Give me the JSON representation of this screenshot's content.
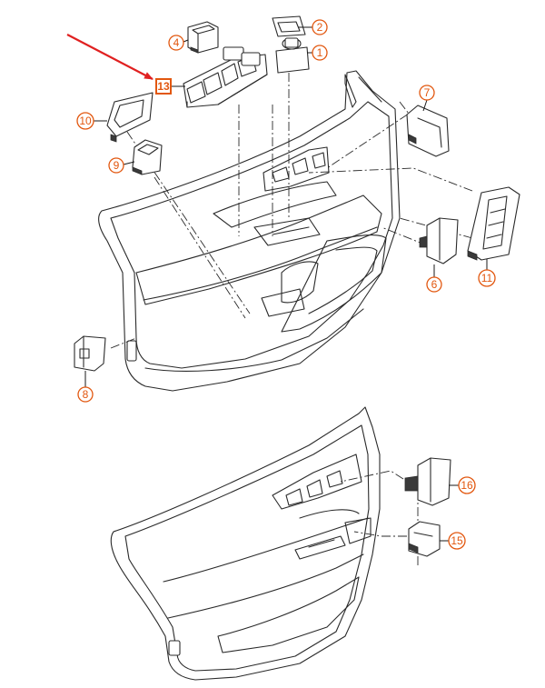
{
  "callouts": [
    {
      "id": "c1",
      "label": "1"
    },
    {
      "id": "c2",
      "label": "2"
    },
    {
      "id": "c4",
      "label": "4"
    },
    {
      "id": "c6",
      "label": "6"
    },
    {
      "id": "c7",
      "label": "7"
    },
    {
      "id": "c8",
      "label": "8"
    },
    {
      "id": "c9",
      "label": "9"
    },
    {
      "id": "c10",
      "label": "10"
    },
    {
      "id": "c11",
      "label": "11"
    },
    {
      "id": "c13",
      "label": "13"
    },
    {
      "id": "c15",
      "label": "15"
    },
    {
      "id": "c16",
      "label": "16"
    }
  ],
  "highlight": {
    "part": "13",
    "arrow_color": "#e02020",
    "accent": "#e2570f"
  }
}
